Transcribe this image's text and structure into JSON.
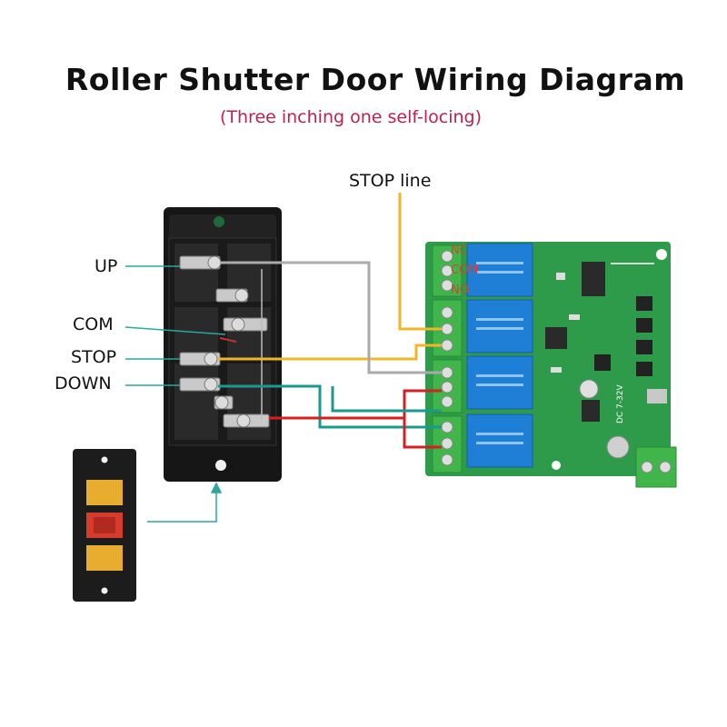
{
  "title": "Roller Shutter Door Wiring Diagram",
  "subtitle": "(Three inching one self-locing)",
  "labels": {
    "stop_line": "STOP line",
    "up": "UP",
    "com": "COM",
    "stop": "STOP",
    "down": "DOWN"
  },
  "relay_terminals": {
    "nc": "NC",
    "com": "COM",
    "no": "NO"
  },
  "power_label": "DC 7-32V",
  "colors": {
    "title": "#111111",
    "subtitle": "#c0204a",
    "terminal_labels": "#d9402a",
    "wire_gray": "#aaaaaa",
    "wire_yellow": "#f2b428",
    "wire_teal": "#1a9a8c",
    "wire_red": "#d42020",
    "leader_teal": "#2aa89a",
    "pcb": "#2e9b4a",
    "relay_blue": "#1f7fd6",
    "terminal_green": "#3fb54a",
    "switch_body": "#161616",
    "button_yellow": "#e8ac2e",
    "button_red": "#d63b2c"
  }
}
